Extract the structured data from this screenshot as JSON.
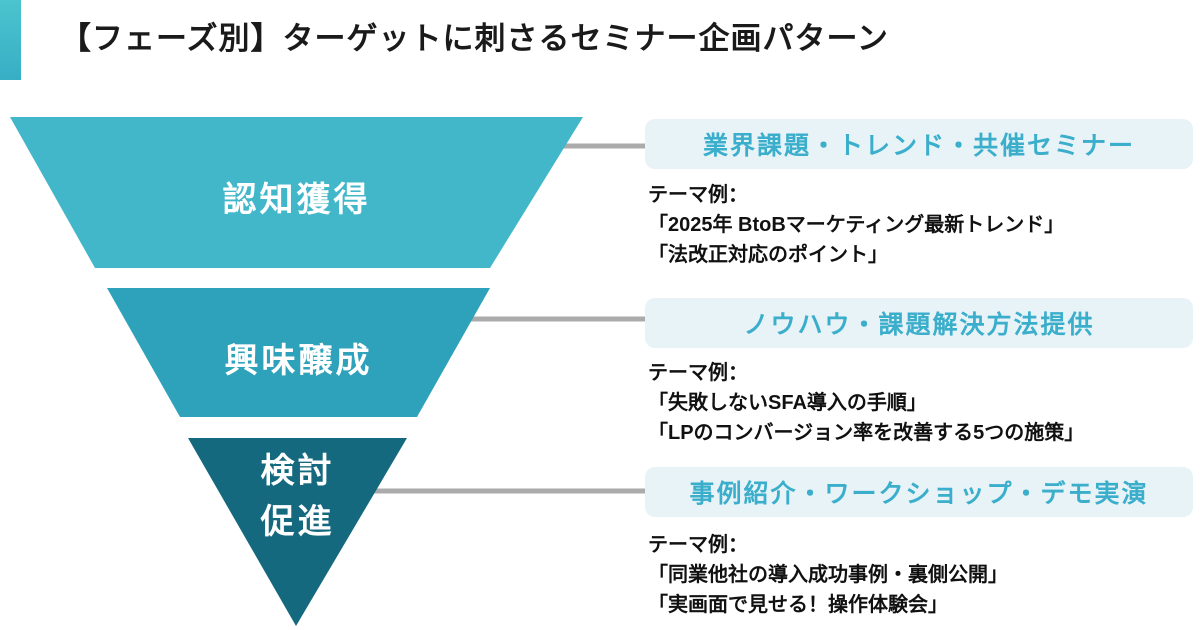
{
  "title": "【フェーズ別】ターゲットに刺さるセミナー企画パターン",
  "colors": {
    "accent_bar_top": "#4CC4CE",
    "accent_bar_bottom": "#38AEC5",
    "title_text": "#1A1A1A",
    "connector": "#ABABAB",
    "header_box_bg": "#E8F3F8",
    "header_text": "#3AAECB",
    "funnel_label_text": "#FFFFFF",
    "body_text": "#111111"
  },
  "funnel": {
    "segments": [
      {
        "label": "認知獲得",
        "color": "#41B7C9"
      },
      {
        "label": "興味醸成",
        "color": "#2FA2BB"
      },
      {
        "label_lines": [
          "検討",
          "促進"
        ],
        "color": "#15697F"
      }
    ]
  },
  "sections": [
    {
      "header": "業界課題・トレンド・共催セミナー",
      "theme_label": "テーマ例：",
      "examples": [
        "「2025年 BtoBマーケティング最新トレンド」",
        "「法改正対応のポイント」"
      ]
    },
    {
      "header": "ノウハウ・課題解決方法提供",
      "theme_label": "テーマ例：",
      "examples": [
        "「失敗しないSFA導入の手順」",
        "「LPのコンバージョン率を改善する5つの施策」"
      ]
    },
    {
      "header": "事例紹介・ワークショップ・デモ実演",
      "theme_label": "テーマ例：",
      "examples": [
        "「同業他社の導入成功事例・裏側公開」",
        "「実画面で見せる！操作体験会」"
      ]
    }
  ]
}
